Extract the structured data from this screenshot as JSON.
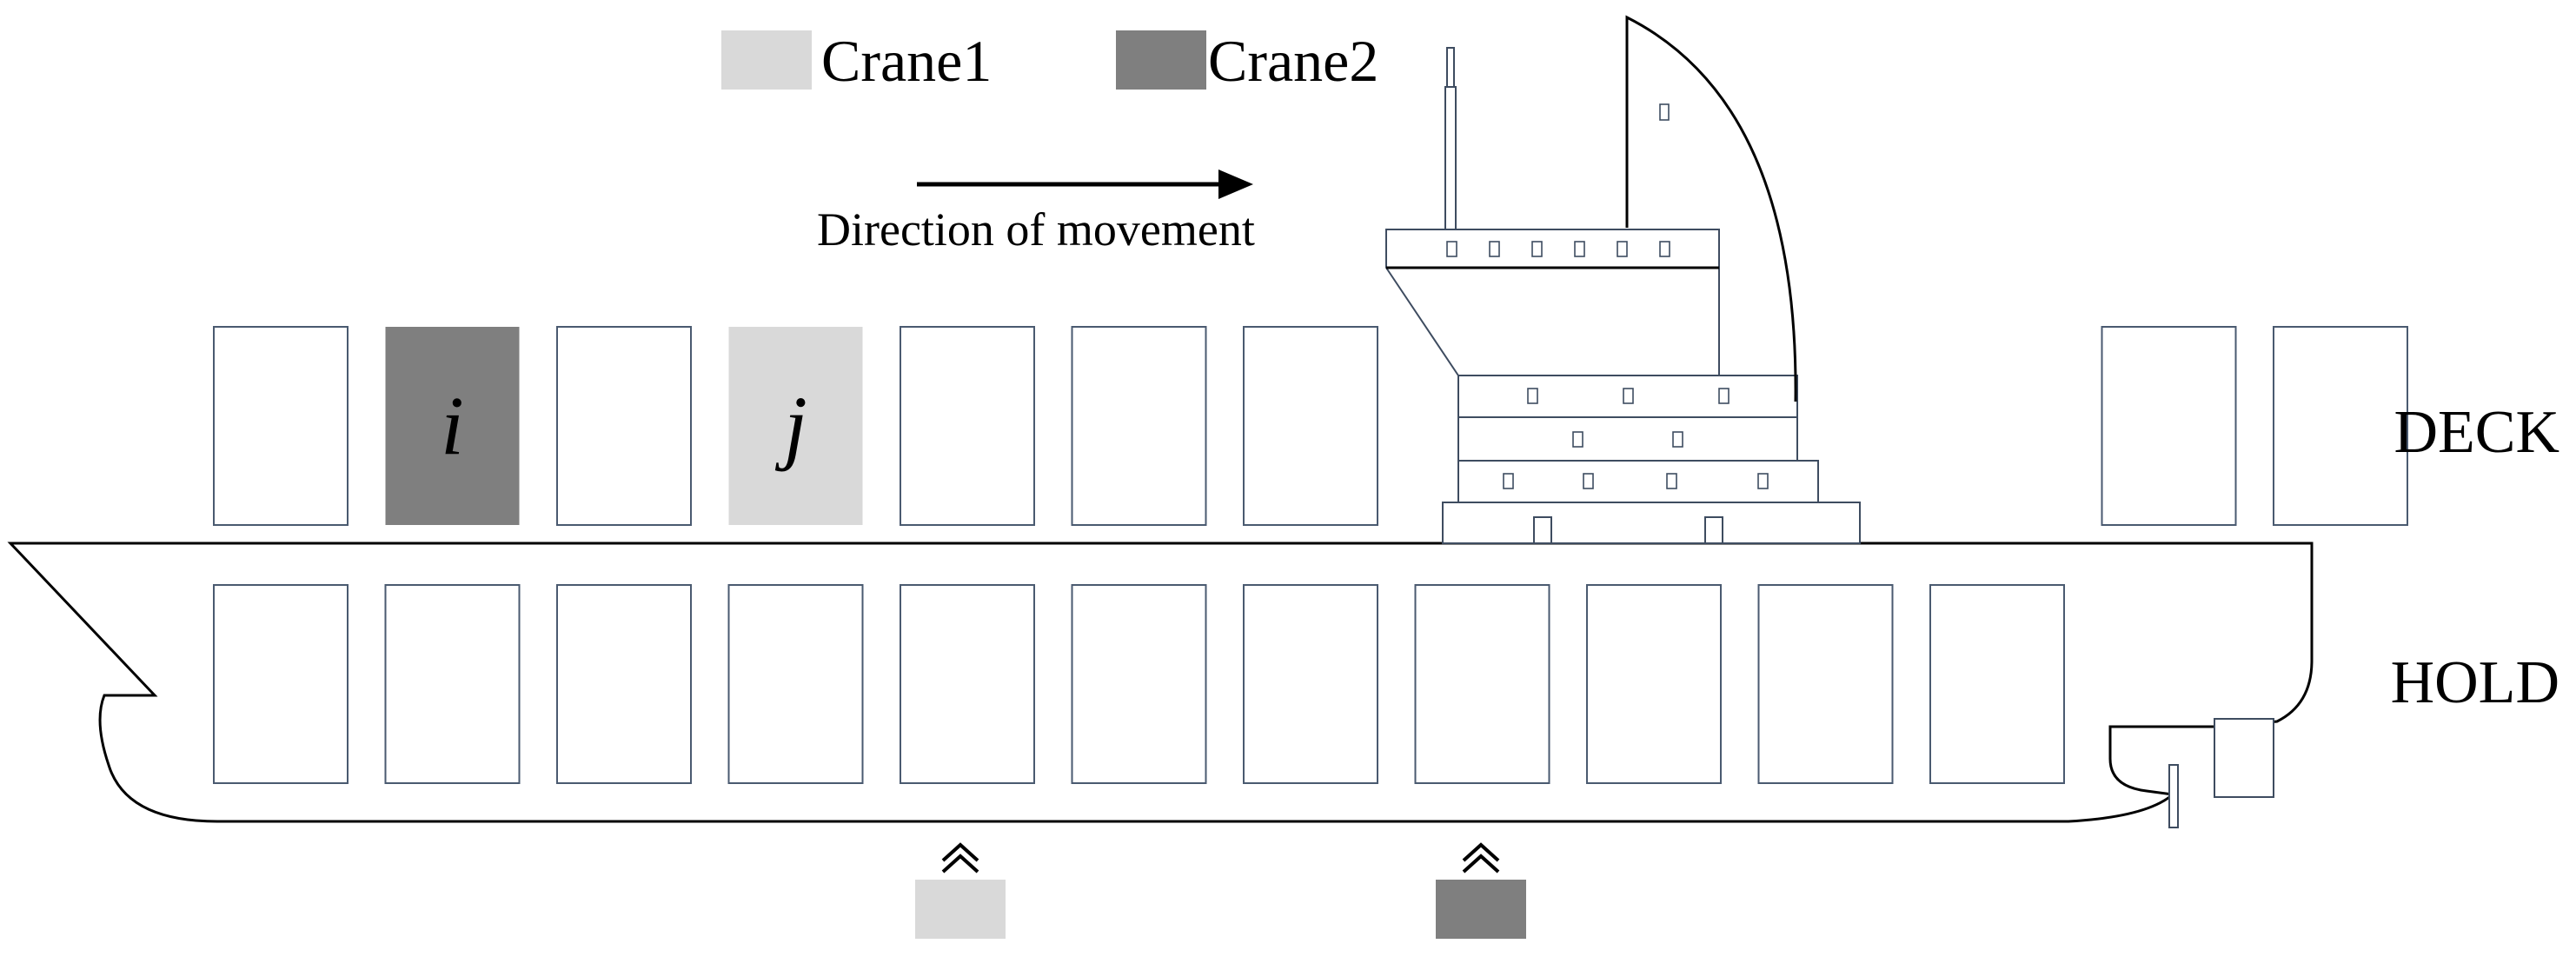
{
  "legend": [
    {
      "label": "Crane1",
      "color": "#d9d9d9"
    },
    {
      "label": "Crane2",
      "color": "#7f7f7f"
    }
  ],
  "direction_label": "Direction of movement",
  "level_labels": {
    "deck": "DECK",
    "hold": "HOLD"
  },
  "colors": {
    "crane1": "#d9d9d9",
    "crane2": "#7f7f7f",
    "bay_outline": "#4a5a70",
    "hull": "#000000"
  },
  "deck_bays": [
    {
      "label": "",
      "crane": null
    },
    {
      "label": "i",
      "crane": "crane2"
    },
    {
      "label": "",
      "crane": null
    },
    {
      "label": "j",
      "crane": "crane1"
    },
    {
      "label": "",
      "crane": null
    },
    {
      "label": "",
      "crane": null
    },
    {
      "label": "",
      "crane": null
    },
    {
      "label": "",
      "crane": null
    },
    {
      "label": "",
      "crane": null
    }
  ],
  "hold_bays_count": 11,
  "cranes_below": [
    {
      "crane": "crane1",
      "icon": "double-chevron-up-icon"
    },
    {
      "crane": "crane2",
      "icon": "double-chevron-up-icon"
    }
  ]
}
